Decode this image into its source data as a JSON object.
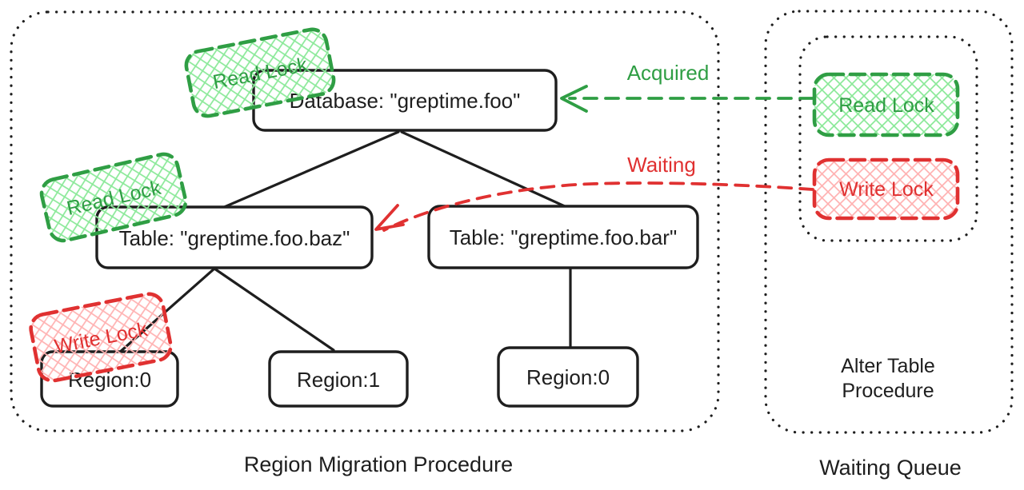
{
  "colors": {
    "ink": "#1e1e1e",
    "green_stroke": "#2f9e44",
    "green_hatch": "#8ce99a",
    "red_stroke": "#e03131",
    "red_hatch": "#ffb3b3"
  },
  "region_migration": {
    "title": "Region Migration Procedure",
    "nodes": {
      "database": "Database: \"greptime.foo\"",
      "table_baz": "Table: \"greptime.foo.baz\"",
      "table_bar": "Table: \"greptime.foo.bar\"",
      "region0_left": "Region:0",
      "region1": "Region:1",
      "region0_right": "Region:0"
    },
    "locks": {
      "database_read_lock": "Read Lock",
      "table_read_lock": "Read Lock",
      "region_write_lock": "Write Lock"
    }
  },
  "waiting_queue": {
    "title": "Waiting Queue",
    "inner_title_line1": "Alter Table",
    "inner_title_line2": "Procedure",
    "read_lock": "Read Lock",
    "write_lock": "Write Lock"
  },
  "arrows": {
    "acquired": "Acquired",
    "waiting": "Waiting"
  }
}
